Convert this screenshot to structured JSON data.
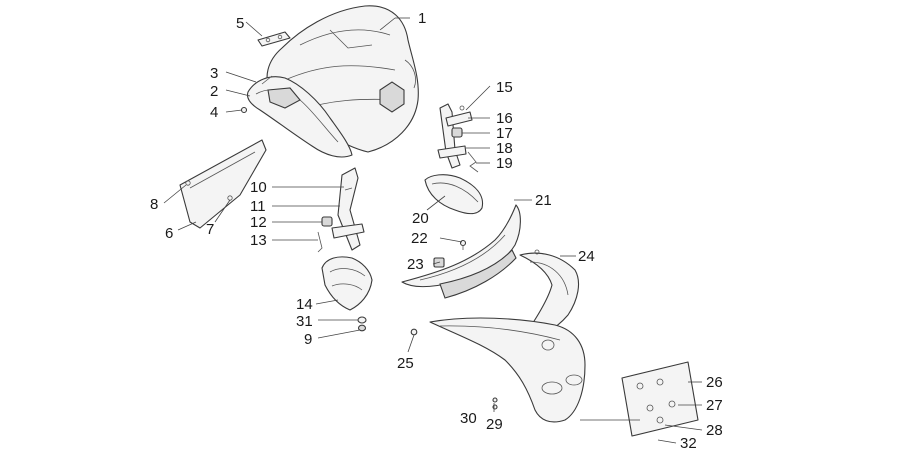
{
  "callouts": [
    "1",
    "2",
    "3",
    "4",
    "5",
    "6",
    "7",
    "8",
    "9",
    "10",
    "11",
    "12",
    "13",
    "14",
    "15",
    "16",
    "17",
    "18",
    "19",
    "20",
    "21",
    "22",
    "23",
    "24",
    "25",
    "26",
    "27",
    "28",
    "29",
    "30",
    "31",
    "32"
  ],
  "colors": {
    "line": "#3a3a3a",
    "fill": "#f4f4f4",
    "label": "#1a1a1a",
    "background": "#ffffff"
  }
}
